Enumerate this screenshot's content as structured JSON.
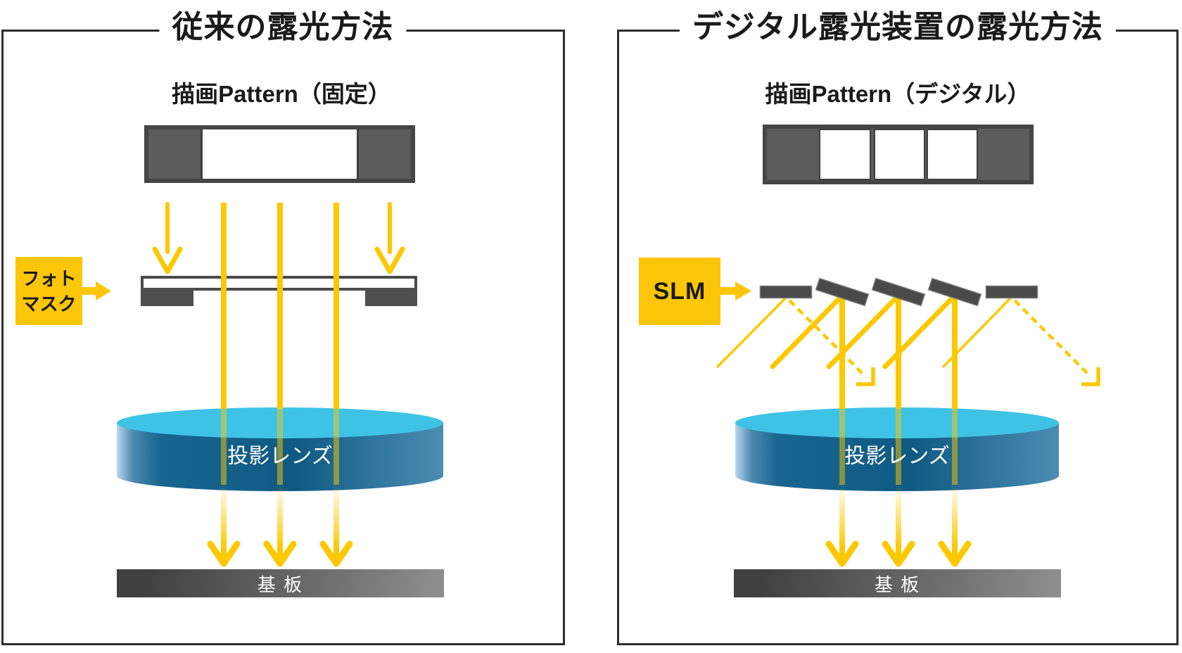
{
  "left_panel": {
    "title": "従来の露光方法",
    "pattern_label": "描画Pattern（固定）",
    "mask_box": {
      "line1": "フォト",
      "line2": "マスク"
    },
    "lens_label": "投影レンズ",
    "substrate_label": "基 板"
  },
  "right_panel": {
    "title": "デジタル露光装置の露光方法",
    "pattern_label": "描画Pattern（デジタル）",
    "slm_box": {
      "label": "SLM"
    },
    "lens_label": "投影レンズ",
    "substrate_label": "基 板"
  },
  "colors": {
    "accent_yellow": "#fbc608",
    "beam_yellow": "#fcc800",
    "pattern_dark_gray": "#5c5c5c",
    "mirror_gray": "#4a4a4a",
    "lens_top_blue": "#3ec3e6",
    "lens_body_blue": "#14618d",
    "substrate_dark": "#404040",
    "substrate_light": "#8d8d8d",
    "panel_border": "#2e2e2e"
  }
}
